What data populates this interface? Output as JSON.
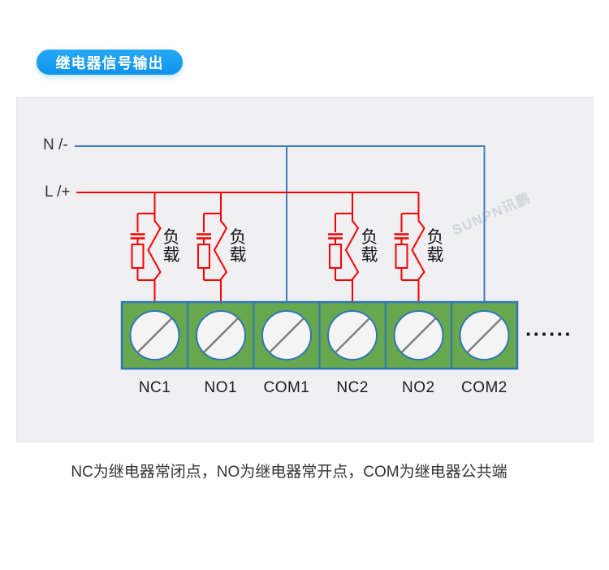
{
  "badge": {
    "label": "继电器信号输出"
  },
  "diagram": {
    "neutral_label": "N /-",
    "live_label": "L /+",
    "load_label": "负载",
    "watermark": "SUNPN讯鹏"
  },
  "terminals": {
    "labels": [
      "NC1",
      "NO1",
      "COM1",
      "NC2",
      "NO2",
      "COM2"
    ],
    "more_dots": "······"
  },
  "note": {
    "text": "NC为继电器常闭点，NO为继电器常开点，COM为继电器公共端"
  },
  "colors": {
    "badge_blue": "#149bef",
    "panel_bg": "#f0f0f2",
    "wire_red": "#fe0000",
    "wire_blue": "#3e7cbe",
    "terminal_green": "#67a84f",
    "terminal_border_blue": "#2e75b6",
    "screw_fill": "#f4f4f5",
    "screw_slot_gray": "#7f7f7f"
  }
}
